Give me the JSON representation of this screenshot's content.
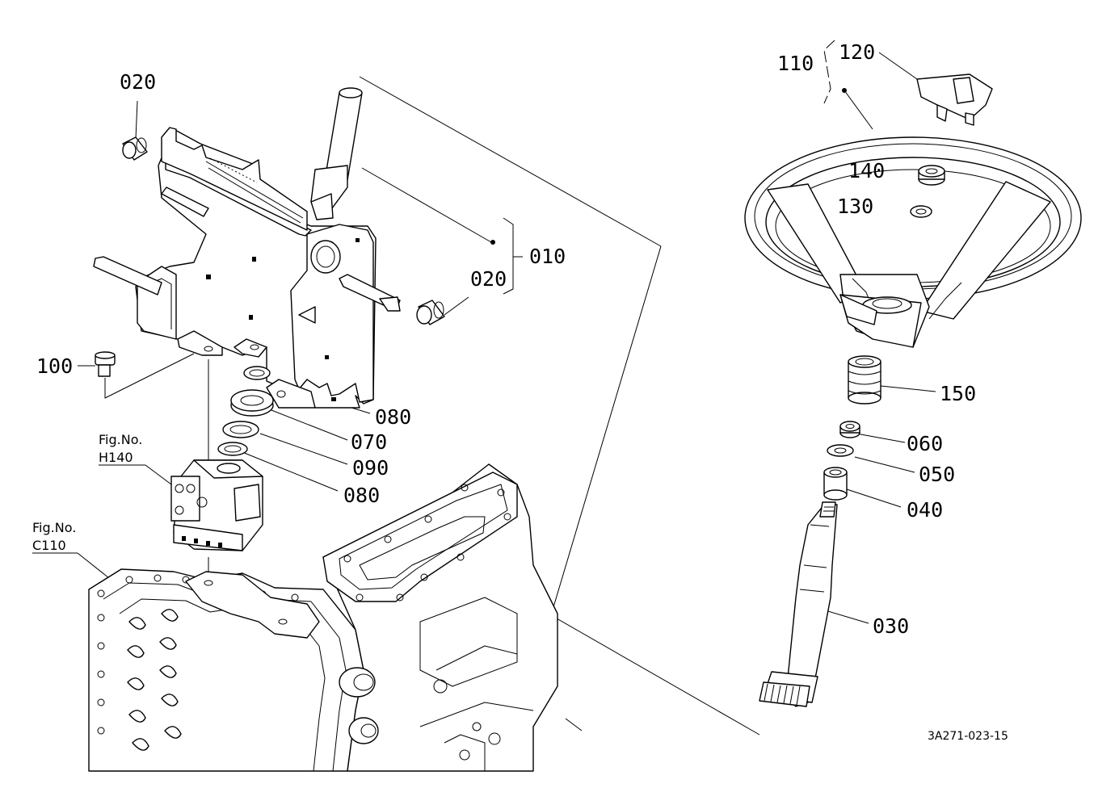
{
  "diagram": {
    "doc_code": "3A271-023-15",
    "callouts": [
      {
        "id": "c020a",
        "text": "020"
      },
      {
        "id": "c010",
        "text": "010"
      },
      {
        "id": "c020b",
        "text": "020"
      },
      {
        "id": "c100",
        "text": "100"
      },
      {
        "id": "c080a",
        "text": "080"
      },
      {
        "id": "c070",
        "text": "070"
      },
      {
        "id": "c090",
        "text": "090"
      },
      {
        "id": "c080b",
        "text": "080"
      },
      {
        "id": "c110",
        "text": "110"
      },
      {
        "id": "c120",
        "text": "120"
      },
      {
        "id": "c140",
        "text": "140"
      },
      {
        "id": "c130",
        "text": "130"
      },
      {
        "id": "c150",
        "text": "150"
      },
      {
        "id": "c060",
        "text": "060"
      },
      {
        "id": "c050",
        "text": "050"
      },
      {
        "id": "c040",
        "text": "040"
      },
      {
        "id": "c030",
        "text": "030"
      }
    ],
    "figure_refs": [
      {
        "id": "figH140",
        "line1": "Fig.No.",
        "line2": "H140"
      },
      {
        "id": "figC110",
        "line1": "Fig.No.",
        "line2": "C110"
      }
    ]
  }
}
